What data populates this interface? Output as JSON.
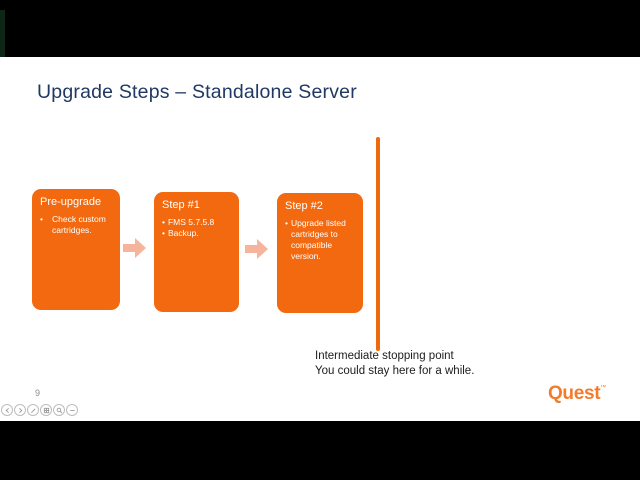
{
  "slide": {
    "title": "Upgrade Steps – Standalone Server",
    "flow_boxes": [
      {
        "header": "Pre-upgrade",
        "bullets": [
          "Check custom cartridges."
        ]
      },
      {
        "header": "Step #1",
        "bullets": [
          "FMS 5.7.5.8",
          "Backup."
        ]
      },
      {
        "header": "Step #2",
        "bullets": [
          "Upgrade listed cartridges to compatible version."
        ]
      }
    ],
    "milestone_note": {
      "line1": "Intermediate stopping point",
      "line2": "You could stay here for a while."
    },
    "page_number": "9",
    "brand_logo": "Quest",
    "brand_trademark": "™"
  },
  "viewer_controls": {
    "items": [
      "previous-slide",
      "next-slide",
      "pen-tools",
      "all-slides",
      "zoom-slide",
      "more-options"
    ]
  },
  "colors": {
    "box_orange": "#f3690f",
    "divider_bar_orange": "#ed6a0d",
    "arrow_salmon": "#f6b49c",
    "title_navy": "#1f3864",
    "logo_orange": "#f47b2a",
    "note_text": "#1c1c1c",
    "letterbox": "#000000"
  }
}
